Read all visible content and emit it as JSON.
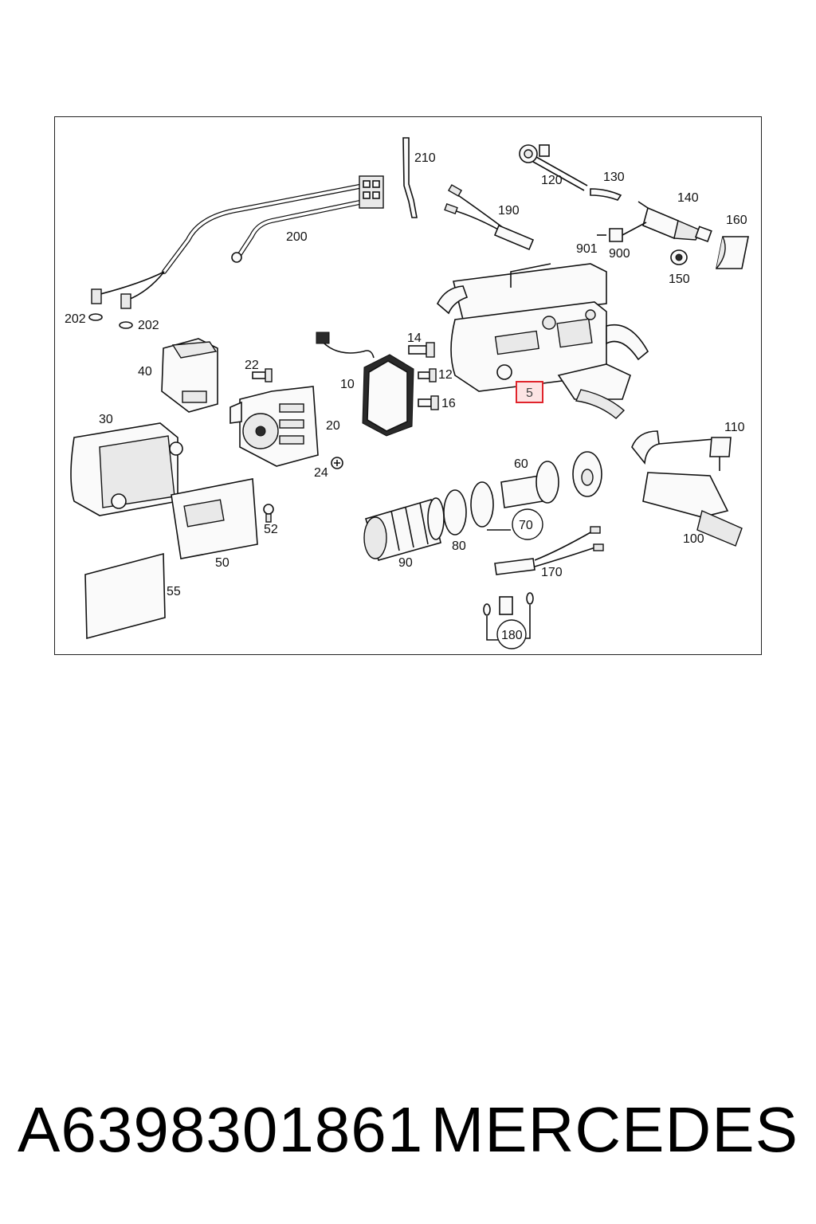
{
  "diagram": {
    "labels": {
      "l5": "5",
      "l10": "10",
      "l12": "12",
      "l14": "14",
      "l16": "16",
      "l20": "20",
      "l22": "22",
      "l24": "24",
      "l30": "30",
      "l40": "40",
      "l50": "50",
      "l52": "52",
      "l55": "55",
      "l60": "60",
      "l70": "70",
      "l80": "80",
      "l90": "90",
      "l100": "100",
      "l110": "110",
      "l120": "120",
      "l130": "130",
      "l140": "140",
      "l150": "150",
      "l160": "160",
      "l170": "170",
      "l180": "180",
      "l190": "190",
      "l200": "200",
      "l202a": "202",
      "l202b": "202",
      "l210": "210",
      "l900": "900",
      "l901": "901"
    },
    "highlighted_part": "5",
    "highlight_color": "#e0242c"
  },
  "footer": {
    "part_number": "A6398301861",
    "brand": "MERCEDES"
  }
}
